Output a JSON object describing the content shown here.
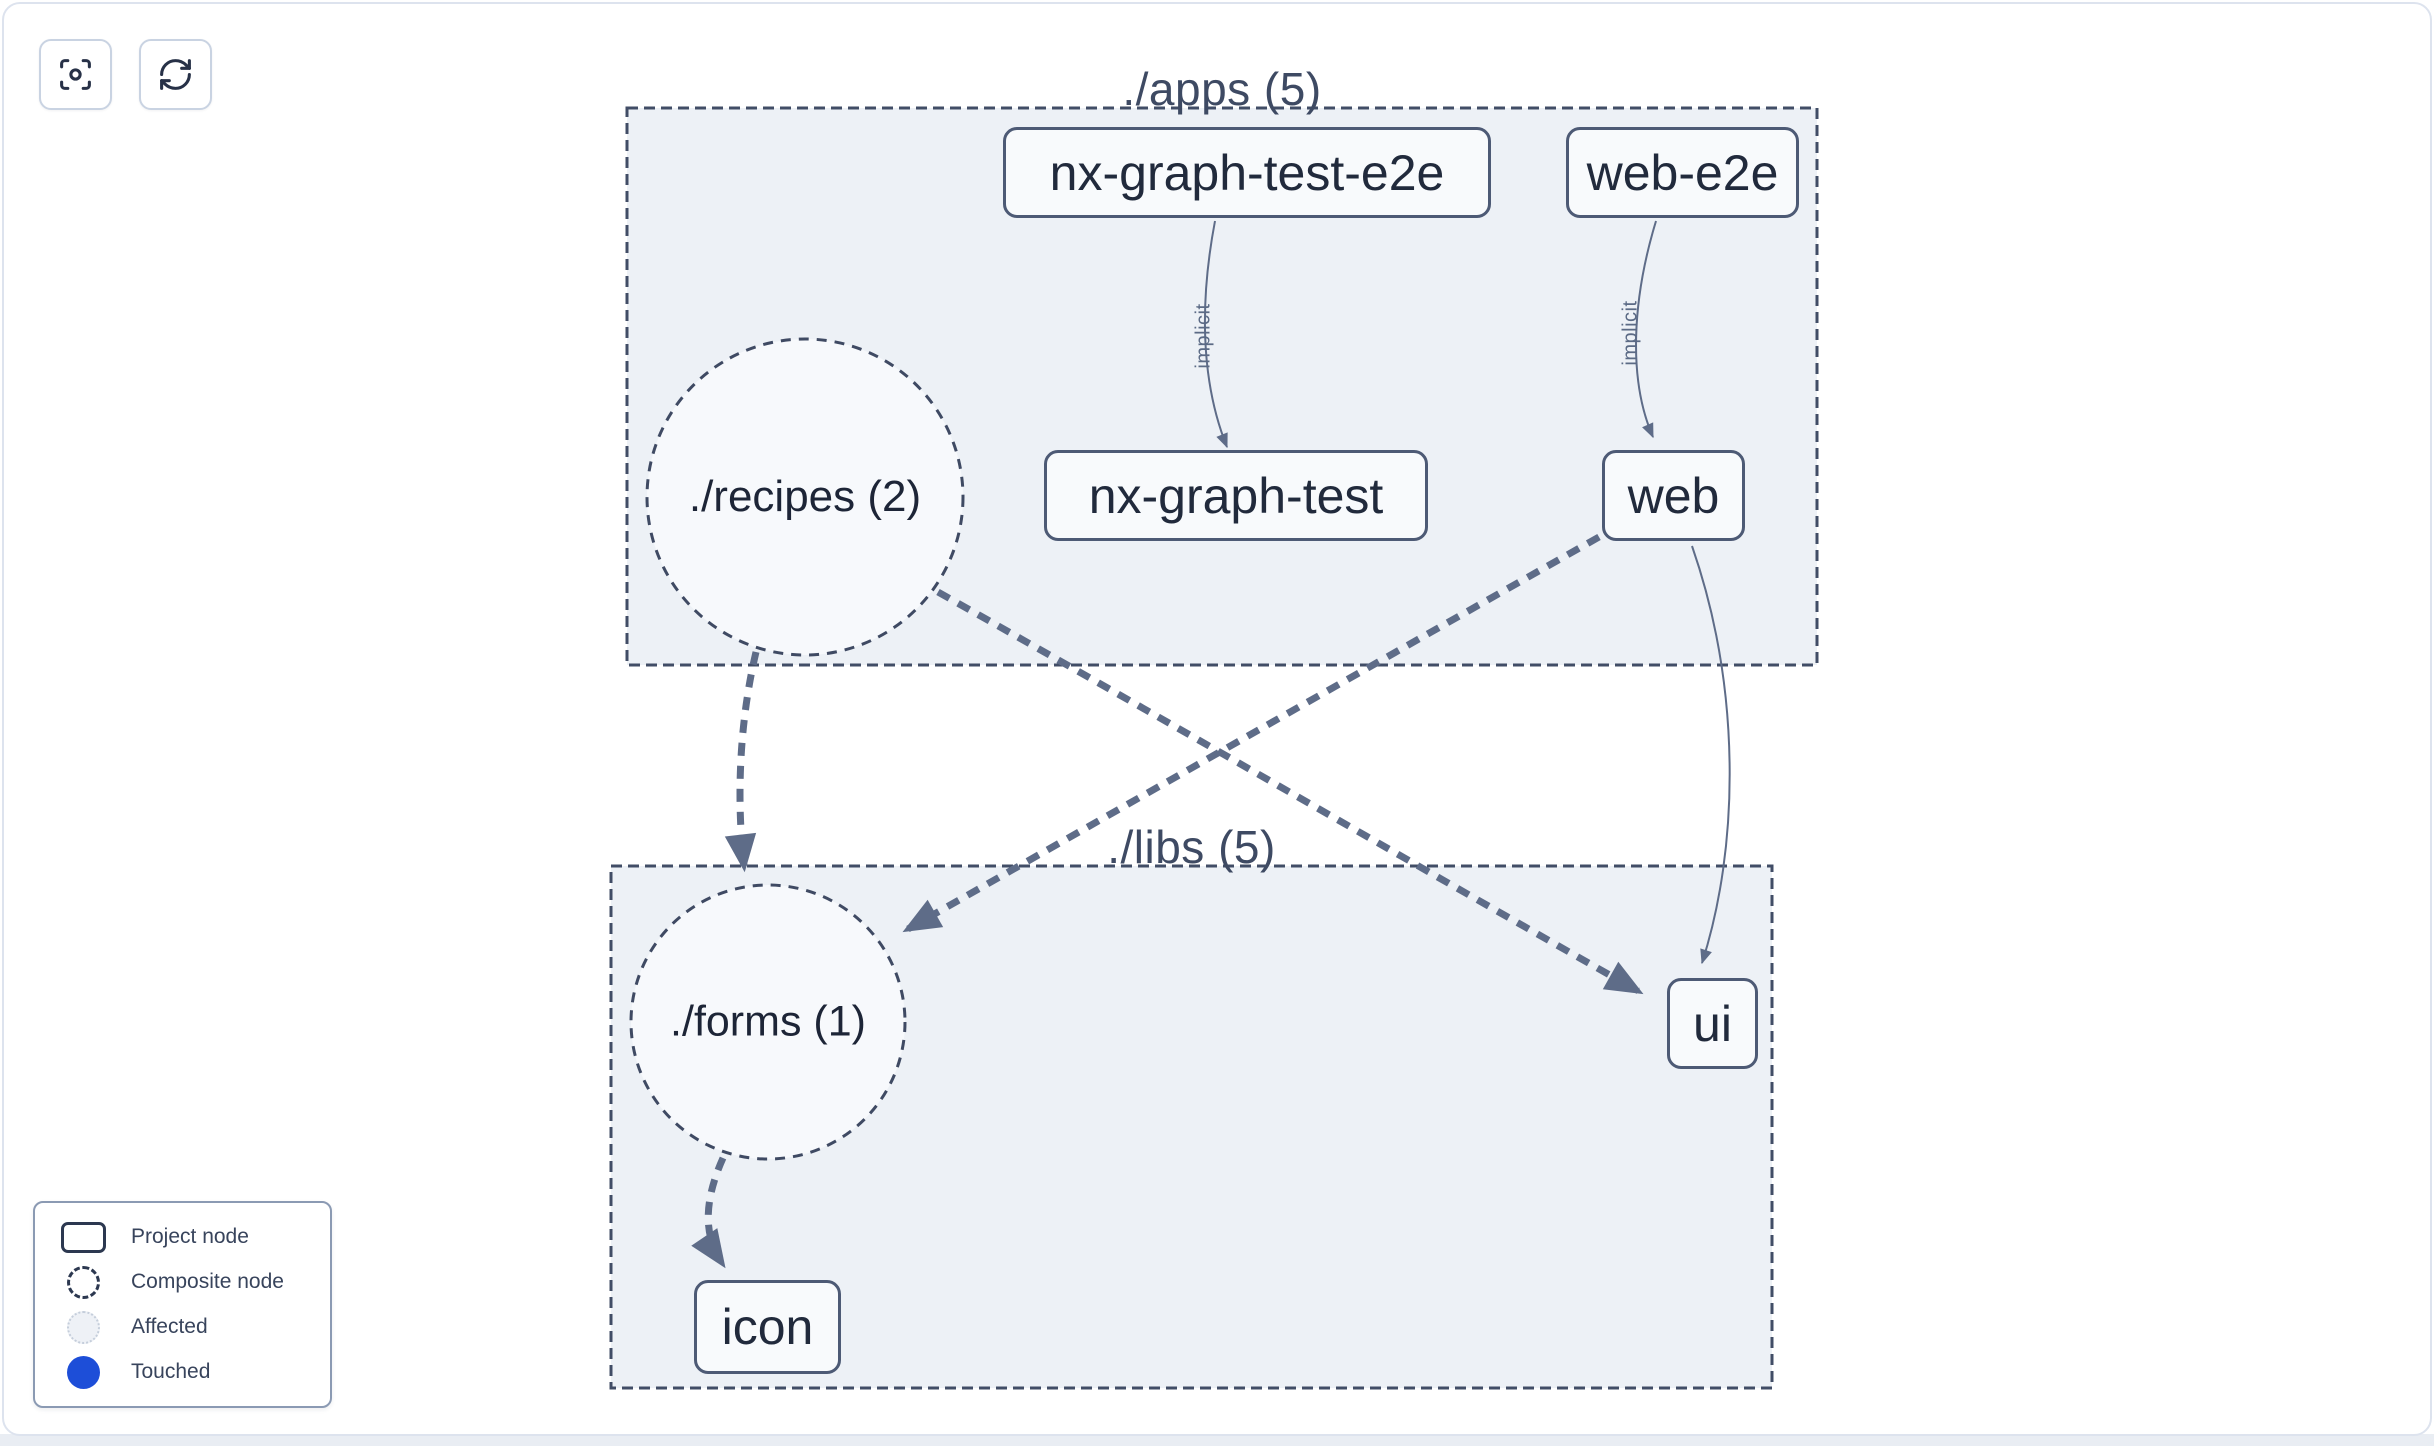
{
  "colors": {
    "touched_blue": "#1d4ed8",
    "edge": "#5e6c88",
    "container_fill": "#edf1f6",
    "node_fill": "#f8fafc",
    "dark_border": "#414d66"
  },
  "toolbar": {
    "buttons": [
      {
        "name": "focus",
        "icon": "focus-icon"
      },
      {
        "name": "refresh",
        "icon": "refresh-icon"
      }
    ]
  },
  "graph": {
    "groups": [
      {
        "id": "apps",
        "label": "./apps (5)"
      },
      {
        "id": "libs",
        "label": "./libs (5)"
      }
    ],
    "composite_nodes": [
      {
        "label": "./recipes (2)",
        "group": "apps"
      },
      {
        "label": "./forms (1)",
        "group": "libs"
      }
    ],
    "project_nodes": [
      {
        "label": "nx-graph-test-e2e",
        "group": "apps"
      },
      {
        "label": "web-e2e",
        "group": "apps"
      },
      {
        "label": "nx-graph-test",
        "group": "apps"
      },
      {
        "label": "web",
        "group": "apps"
      },
      {
        "label": "ui",
        "group": "libs"
      },
      {
        "label": "icon",
        "group": "libs"
      }
    ],
    "edges": [
      {
        "from": "nx-graph-test-e2e",
        "to": "nx-graph-test",
        "label": "implicit",
        "style": "solid"
      },
      {
        "from": "web-e2e",
        "to": "web",
        "label": "implicit",
        "style": "solid"
      },
      {
        "from": "./recipes (2)",
        "to": "./forms (1)",
        "label": "",
        "style": "dashed"
      },
      {
        "from": "./recipes (2)",
        "to": "ui",
        "label": "",
        "style": "dashed"
      },
      {
        "from": "web",
        "to": "./forms (1)",
        "label": "",
        "style": "dashed"
      },
      {
        "from": "web",
        "to": "ui",
        "label": "",
        "style": "solid"
      },
      {
        "from": "./forms (1)",
        "to": "icon",
        "label": "",
        "style": "dashed"
      }
    ]
  },
  "legend": {
    "items": [
      {
        "label": "Project node",
        "swatch": "project"
      },
      {
        "label": "Composite node",
        "swatch": "composite"
      },
      {
        "label": "Affected",
        "swatch": "affected"
      },
      {
        "label": "Touched",
        "swatch": "touched"
      }
    ]
  }
}
